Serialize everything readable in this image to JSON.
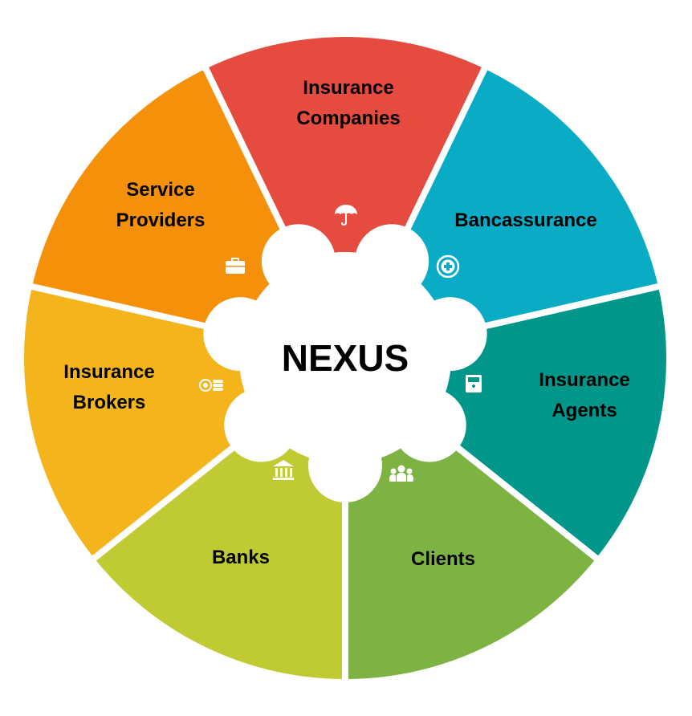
{
  "center_label": "NEXUS",
  "segments": [
    {
      "id": "insurance-companies",
      "lines": [
        "Insurance",
        "Companies"
      ],
      "color": "#E54B3F",
      "text_color": "#000000",
      "icon": "umbrella-icon"
    },
    {
      "id": "bancassurance",
      "lines": [
        "Bancassurance"
      ],
      "color": "#0AABC5",
      "text_color": "#000000",
      "icon": "medical-cross-icon"
    },
    {
      "id": "insurance-agents",
      "lines": [
        "Insurance",
        "Agents"
      ],
      "color": "#01968A",
      "text_color": "#000000",
      "icon": "hospital-bed-icon"
    },
    {
      "id": "clients",
      "lines": [
        "Clients"
      ],
      "color": "#7CB342",
      "text_color": "#000000",
      "icon": "people-group-icon"
    },
    {
      "id": "banks",
      "lines": [
        "Banks"
      ],
      "color": "#C0CA33",
      "text_color": "#000000",
      "icon": "bank-building-icon"
    },
    {
      "id": "insurance-brokers",
      "lines": [
        "Insurance",
        "Brokers"
      ],
      "color": "#F4B41C",
      "text_color": "#000000",
      "icon": "coins-icon"
    },
    {
      "id": "service-providers",
      "lines": [
        "Service",
        "Providers"
      ],
      "color": "#F5900B",
      "text_color": "#000000",
      "icon": "briefcase-icon"
    }
  ]
}
